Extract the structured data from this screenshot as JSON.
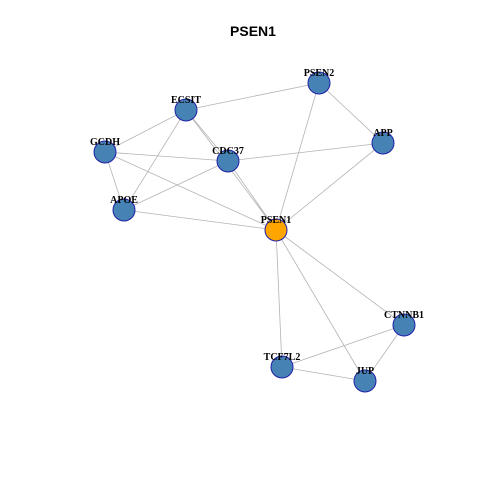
{
  "title": "PSEN1",
  "colors": {
    "default_node": "#4682b4",
    "highlight_node": "#ffa500",
    "node_border": "#1f1fa8",
    "edge": "#b3b3b3"
  },
  "graph": {
    "highlight": "PSEN1",
    "nodes": [
      {
        "id": "PSEN1",
        "label": "PSEN1"
      },
      {
        "id": "PSEN2",
        "label": "PSEN2"
      },
      {
        "id": "ECSIT",
        "label": "ECSIT"
      },
      {
        "id": "APP",
        "label": "APP"
      },
      {
        "id": "GCDH",
        "label": "GCDH"
      },
      {
        "id": "CDC37",
        "label": "CDC37"
      },
      {
        "id": "APOE",
        "label": "APOE"
      },
      {
        "id": "CTNNB1",
        "label": "CTNNB1"
      },
      {
        "id": "TCF7L2",
        "label": "TCF7L2"
      },
      {
        "id": "JUP",
        "label": "JUP"
      }
    ],
    "edges": [
      [
        "ECSIT",
        "PSEN2"
      ],
      [
        "PSEN2",
        "APP"
      ],
      [
        "PSEN2",
        "PSEN1"
      ],
      [
        "ECSIT",
        "GCDH"
      ],
      [
        "ECSIT",
        "CDC37"
      ],
      [
        "ECSIT",
        "APOE"
      ],
      [
        "ECSIT",
        "PSEN1"
      ],
      [
        "GCDH",
        "CDC37"
      ],
      [
        "GCDH",
        "APOE"
      ],
      [
        "GCDH",
        "PSEN1"
      ],
      [
        "CDC37",
        "APP"
      ],
      [
        "CDC37",
        "APOE"
      ],
      [
        "CDC37",
        "PSEN1"
      ],
      [
        "APP",
        "PSEN1"
      ],
      [
        "APOE",
        "PSEN1"
      ],
      [
        "PSEN1",
        "CTNNB1"
      ],
      [
        "PSEN1",
        "TCF7L2"
      ],
      [
        "PSEN1",
        "JUP"
      ],
      [
        "CTNNB1",
        "TCF7L2"
      ],
      [
        "CTNNB1",
        "JUP"
      ],
      [
        "TCF7L2",
        "JUP"
      ]
    ]
  }
}
